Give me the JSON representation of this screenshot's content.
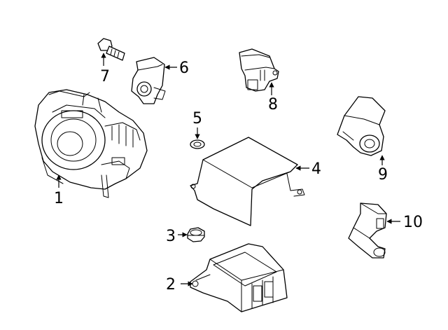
{
  "callouts": {
    "p1": "1",
    "p2": "2",
    "p3": "3",
    "p4": "4",
    "p5": "5",
    "p6": "6",
    "p7": "7",
    "p8": "8",
    "p9": "9",
    "p10": "10"
  }
}
